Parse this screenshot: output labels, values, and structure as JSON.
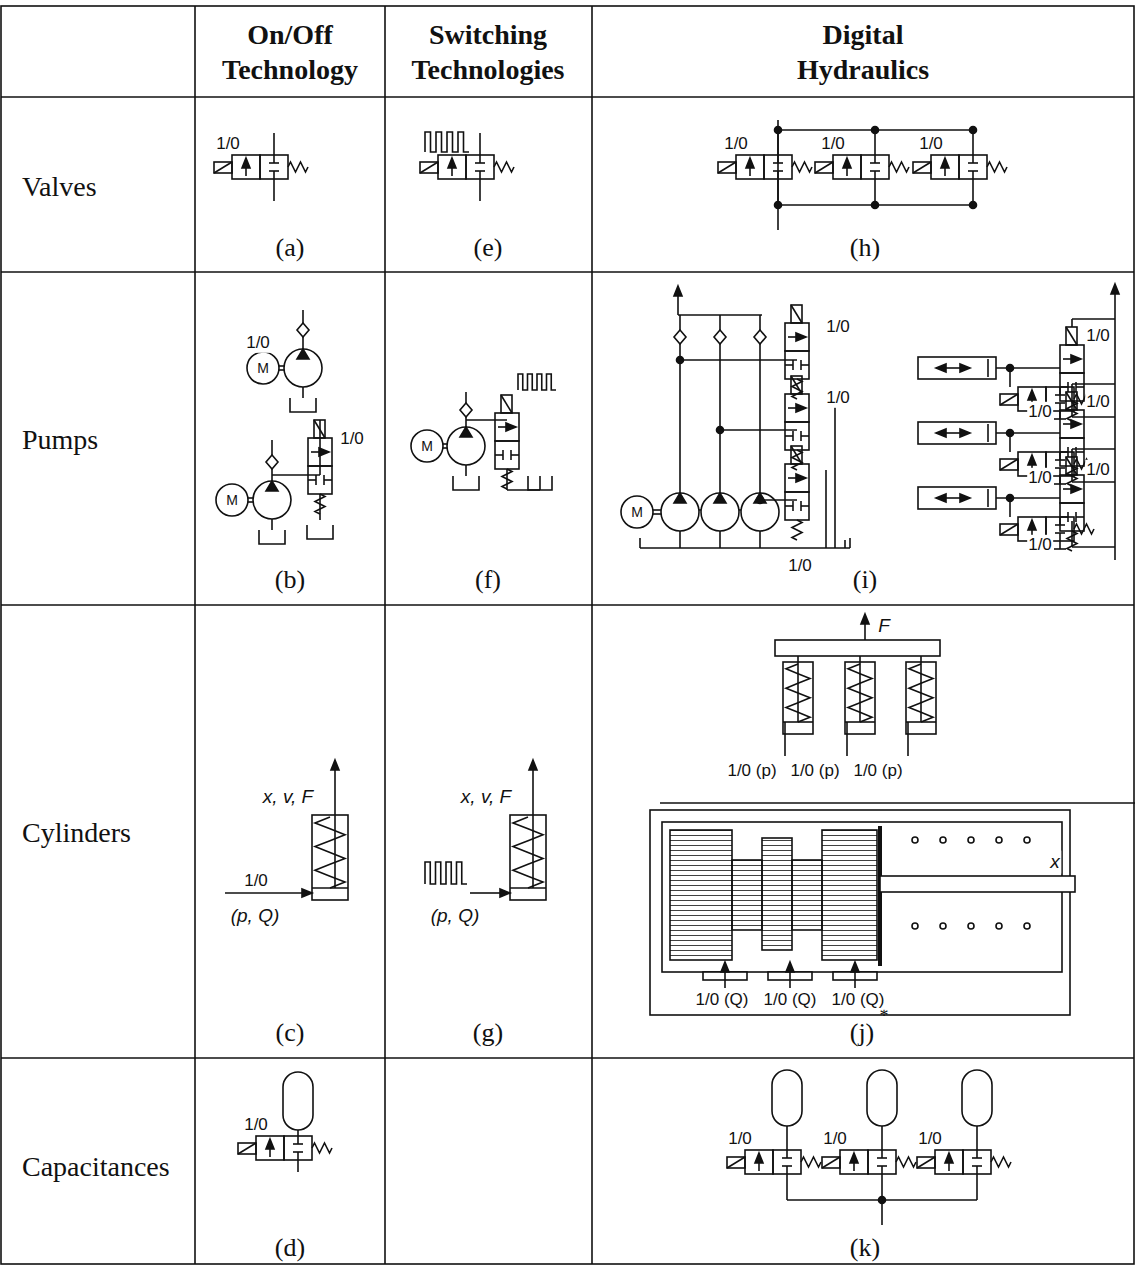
{
  "diagram": {
    "labels": [
      "On/Off Technology",
      "Switching Technologies",
      "Digital Hydraulics",
      "Valves",
      "Pumps",
      "Cylinders",
      "Capacitances",
      "(a)",
      "(e)",
      "(h)",
      "(b)",
      "(f)",
      "(i)",
      "(c)",
      "(g)",
      "(j)",
      "*",
      "(d)",
      "(k)",
      "1/0",
      "1/0",
      "M",
      "M",
      "1/0",
      "M",
      "1/0",
      "1/0",
      "1/0",
      "M",
      "1/0",
      "1/0",
      "1/0",
      "1/0",
      "1/0",
      "1/0",
      "1/0",
      "1/0",
      "1/0",
      "x, v, F",
      "1/0",
      "(p, Q)",
      "x, v, F",
      "(p, Q)",
      "F",
      "1/0 (p)",
      "1/0 (p)",
      "1/0 (p)",
      "1/0 (Q)",
      "1/0 (Q)",
      "1/0 (Q)",
      "x",
      "1/0",
      "1/0",
      "1/0",
      "1/0"
    ]
  }
}
